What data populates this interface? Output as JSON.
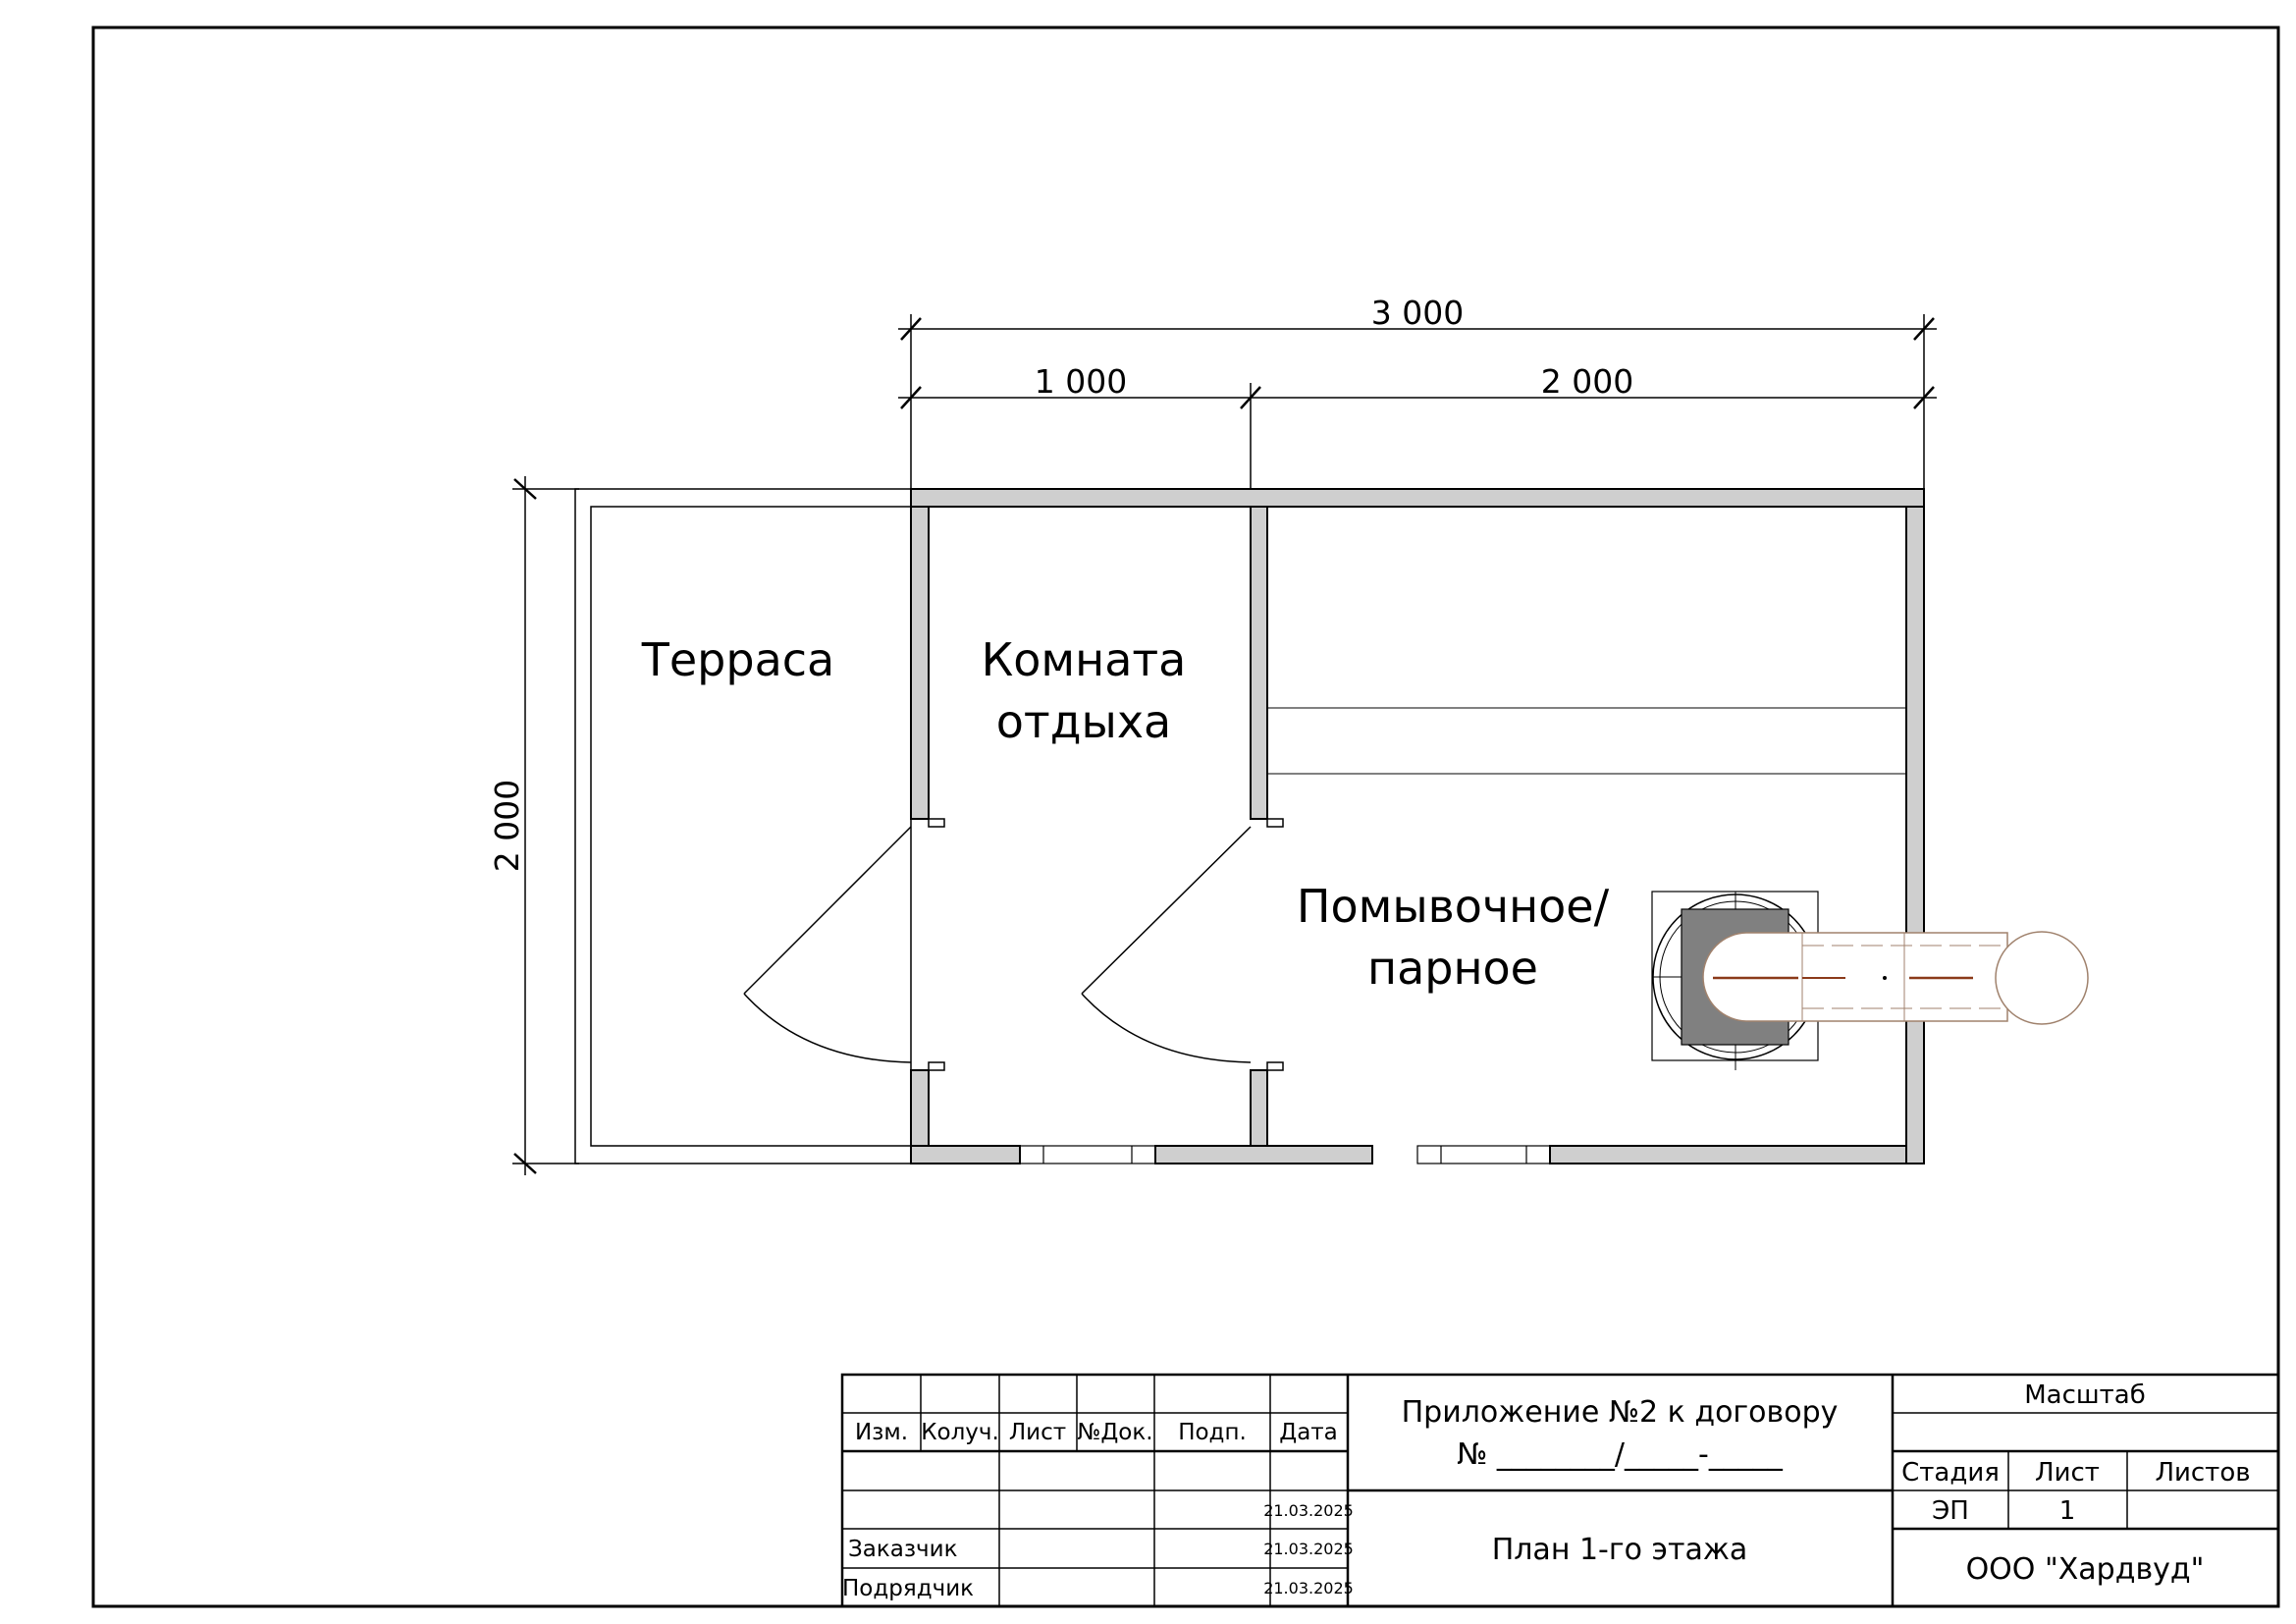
{
  "dimensions": {
    "overall_width": "3 000",
    "left_segment": "1 000",
    "right_segment": "2 000",
    "height": "2 000"
  },
  "rooms": {
    "terrace": "Терраса",
    "rest_room_line1": "Комната",
    "rest_room_line2": "отдыха",
    "wash_room_line1": "Помывочное/",
    "wash_room_line2": "парное"
  },
  "title_block": {
    "headers": {
      "izm": "Изм.",
      "kol": "Колуч.",
      "list": "Лист",
      "ndok": "№Док.",
      "podp": "Подп.",
      "date": "Дата"
    },
    "dates": [
      "21.03.2025",
      "21.03.2025",
      "21.03.2025"
    ],
    "customer": "Заказчик",
    "contractor": "Подрядчик",
    "appendix_line1": "Приложение №2 к договору",
    "appendix_line2": "№ ________/_____-_____",
    "sheet_title": "План 1-го этажа",
    "scale_label": "Масштаб",
    "stage_label": "Стадия",
    "sheet_label": "Лист",
    "sheets_label": "Листов",
    "stage_value": "ЭП",
    "sheet_value": "1",
    "company": "ООО \"Хардвуд\""
  }
}
